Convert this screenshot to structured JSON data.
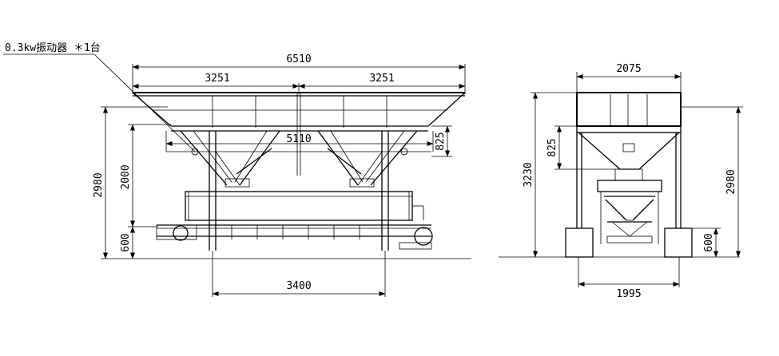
{
  "note": "0.3kw振动器 ＊1台",
  "front_view": {
    "overall_width": "6510",
    "half_width_left": "3251",
    "half_width_right": "3251",
    "inner_width": "5110",
    "hopper_depth": "825",
    "total_height": "2980",
    "frame_height": "2000",
    "base_height": "600",
    "leg_span": "3400"
  },
  "side_view": {
    "top_width": "2075",
    "hopper_depth": "825",
    "total_height": "3230",
    "frame_height": "2980",
    "base_height": "600",
    "base_width": "1995"
  }
}
